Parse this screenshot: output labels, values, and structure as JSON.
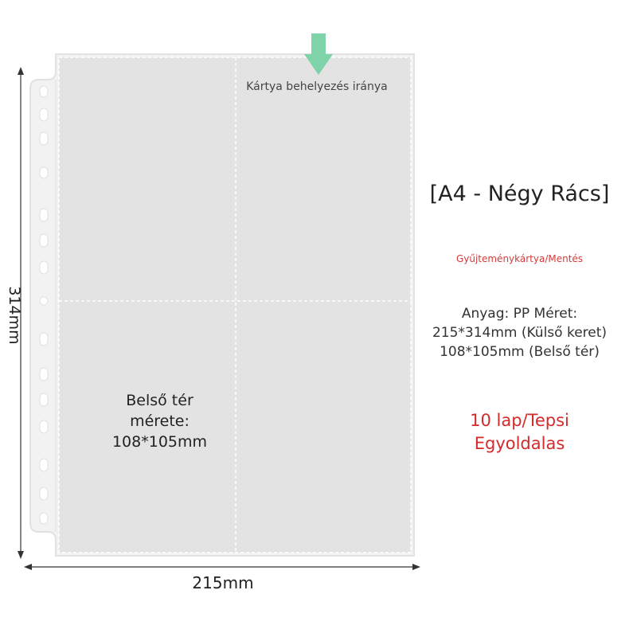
{
  "sheet": {
    "insert_direction": "Kártya behelyezés iránya",
    "inner_size_label": "Belső tér mérete: 108*105mm",
    "height_label": "314mm",
    "width_label": "215mm",
    "arrow_color": "#7fd3a8"
  },
  "info": {
    "title": "[A4 - Négy Rács]",
    "subtitle": "Gyűjteménykártya/Mentés",
    "spec": "Anyag: PP Méret: 215*314mm (Külső keret) 108*105mm (Belső tér)",
    "pages": "10 lap/Tepsi Egyoldalas",
    "accent_color": "#d42a2a"
  }
}
